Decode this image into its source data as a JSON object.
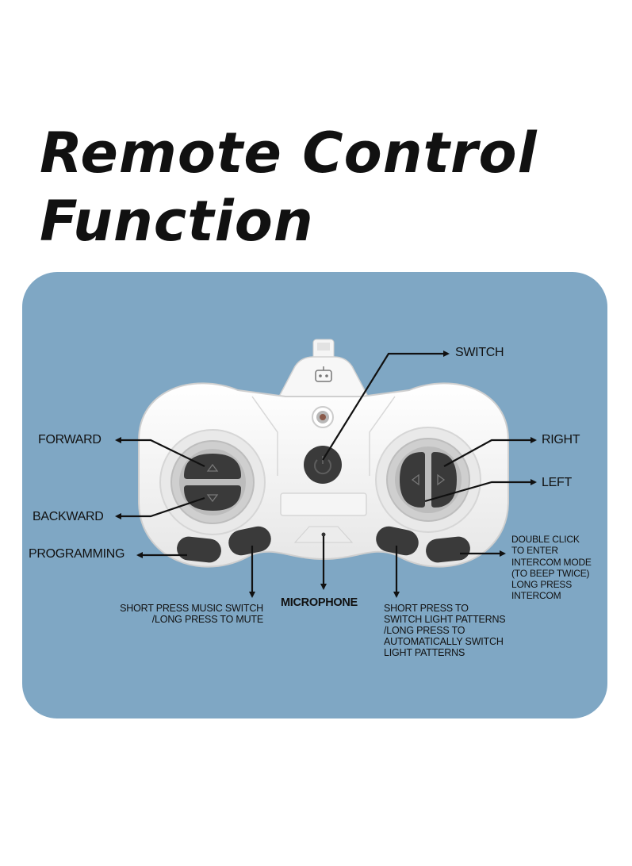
{
  "title": {
    "line1": "Remote Control",
    "line2": "Function"
  },
  "colors": {
    "panel": "#7fa7c4",
    "controller_body": "#f2f2f2",
    "button_dark": "#3a3a3a",
    "text": "#111111"
  },
  "labels": {
    "switch": "SWITCH",
    "forward": "FORWARD",
    "backward": "BACKWARD",
    "programming": "PROGRAMMING",
    "right": "RIGHT",
    "left": "LEFT",
    "microphone": "MICROPHONE",
    "music": [
      "SHORT PRESS MUSIC SWITCH",
      "/LONG PRESS TO MUTE"
    ],
    "light": [
      "SHORT PRESS TO",
      "SWITCH LIGHT PATTERNS",
      "/LONG PRESS TO",
      "AUTOMATICALLY SWITCH",
      "LIGHT PATTERNS"
    ],
    "intercom": [
      "DOUBLE CLICK",
      "TO ENTER",
      "INTERCOM MODE",
      "(TO BEEP TWICE)",
      "LONG PRESS",
      "INTERCOM"
    ]
  }
}
